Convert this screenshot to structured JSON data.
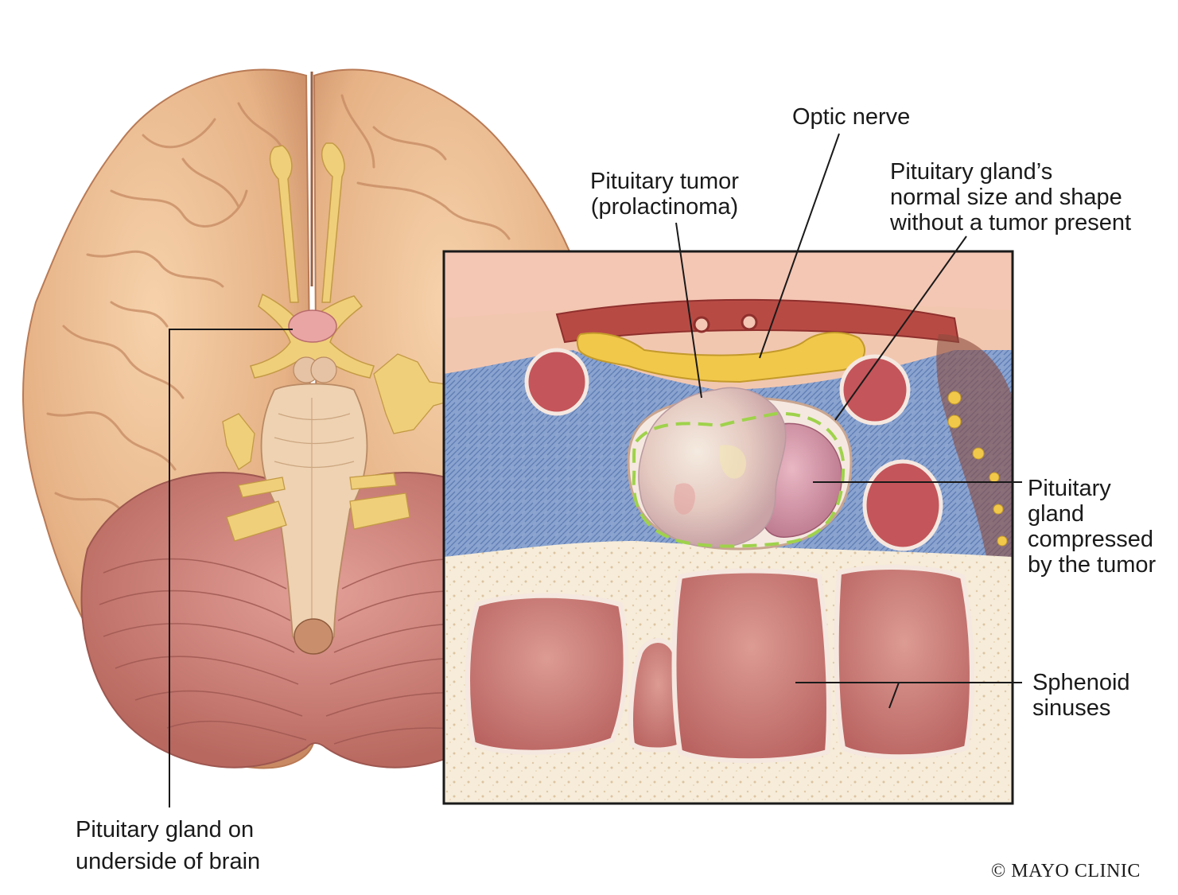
{
  "labels": {
    "optic_nerve": "Optic nerve",
    "pituitary_tumor": [
      "Pituitary tumor",
      "(prolactinoma)"
    ],
    "normal_gland": [
      "Pituitary gland’s",
      "normal size and shape",
      "without a tumor present"
    ],
    "compressed_gland": [
      "Pituitary",
      "gland",
      "compressed",
      "by the tumor"
    ],
    "sphenoid_sinuses": [
      "Sphenoid",
      "sinuses"
    ],
    "pituitary_underside": [
      "Pituitary gland on",
      "underside of brain"
    ]
  },
  "copyright": "© MAYO CLINIC",
  "colors": {
    "cerebrum": "#e8b98f",
    "cerebrum_shadow": "#c98a63",
    "cerebellum": "#c57a72",
    "nerves": "#f0cf7a",
    "tumor": "#e9d3c8",
    "outline_dashed": "#9fd24b",
    "sinus": "#c56f70",
    "bone": "#f5ead6",
    "blue_tissue": "#7b95c4",
    "leader_lines": "#1a1a1a"
  }
}
